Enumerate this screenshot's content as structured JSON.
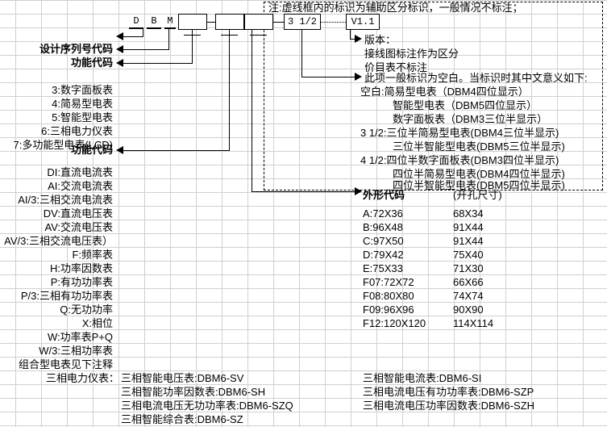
{
  "diagram": {
    "title_note": "注:虚线框内的标识为辅助区分标识，一般情况不标注；",
    "model_chars": [
      "D",
      "B",
      "M"
    ],
    "boxes": [
      "",
      "",
      ""
    ],
    "aux_box_1": "3 1/2",
    "aux_box_2": "V1.1",
    "callouts": {
      "design_serial": "设计序列号代码",
      "function_code_top": "功能代码",
      "function_code_mid": "功能代码",
      "version_label": "版本：",
      "version_line2": "接线图标注作为区分",
      "version_line3": "价目表不标注",
      "blank_note": "此项一般标识为空白。当标识时其中文意义如下:",
      "shape_code": "外形代码",
      "shape_code_unit": "(开孔尺寸)"
    }
  },
  "meter_types": [
    "3:数字面板表",
    "4:简易型电表",
    "5:智能型电表",
    "6:三相电力仪表",
    "7:多功能型电表(LCD)"
  ],
  "function_codes": [
    "DI:直流电流表",
    "AI:交流电流表",
    "AI/3:三相交流电流表",
    "DV:直流电压表",
    "AV:交流电压表",
    "AV/3:三相交流电压表）",
    "F:频率表",
    "H:功率因数表",
    "P:有功功率表",
    "P/3:三相有功功率表",
    "Q:无功功率",
    "X:相位",
    "W:功率表P+Q",
    "W/3:三相功率表",
    "组合型电表见下注释"
  ],
  "display_codes": [
    "空白:简易型电表（DBM4四位显示）",
    "智能型电表（DBM5四位显示）",
    "数字面板表（DBM3三位半显示）",
    "3 1/2:三位半简易型电表(DBM4三位半显示)",
    "三位半智能型电表(DBM5三位半显示)",
    "4 1/2:四位半数字面板表(DBM3四位半显示)",
    "四位半简易型电表(DBM4四位半显示)",
    "四位半智能型电表(DBM5四位半显示)"
  ],
  "shape_table": {
    "header_code": "外形代码",
    "header_size": "(开孔尺寸)",
    "rows": [
      {
        "code": "A:72X36",
        "size": "68X34"
      },
      {
        "code": "B:96X48",
        "size": "91X44"
      },
      {
        "code": "C:97X50",
        "size": "91X44"
      },
      {
        "code": "D:79X42",
        "size": "75X40"
      },
      {
        "code": "E:75X33",
        "size": "71X30"
      },
      {
        "code": "F07:72X72",
        "size": "66X66"
      },
      {
        "code": "F08:80X80",
        "size": "74X74"
      },
      {
        "code": "F09:96X96",
        "size": "90X90"
      },
      {
        "code": "F12:120X120",
        "size": "114X114"
      }
    ]
  },
  "combo_table": {
    "label": "三相电力仪表：",
    "left": [
      "三相智能电压表:DBM6-SV",
      "三相智能功率因数表:DBM6-SH",
      "三相电流电压无功功率表:DBM6-SZQ",
      "三相智能综合表:DBM6-SZ"
    ],
    "right": [
      "三相智能电流表:DBM6-SI",
      "三相电流电压有功功率表:DBM6-SZP",
      "三相电流电压功率因数表:DBM6-SZH"
    ]
  }
}
